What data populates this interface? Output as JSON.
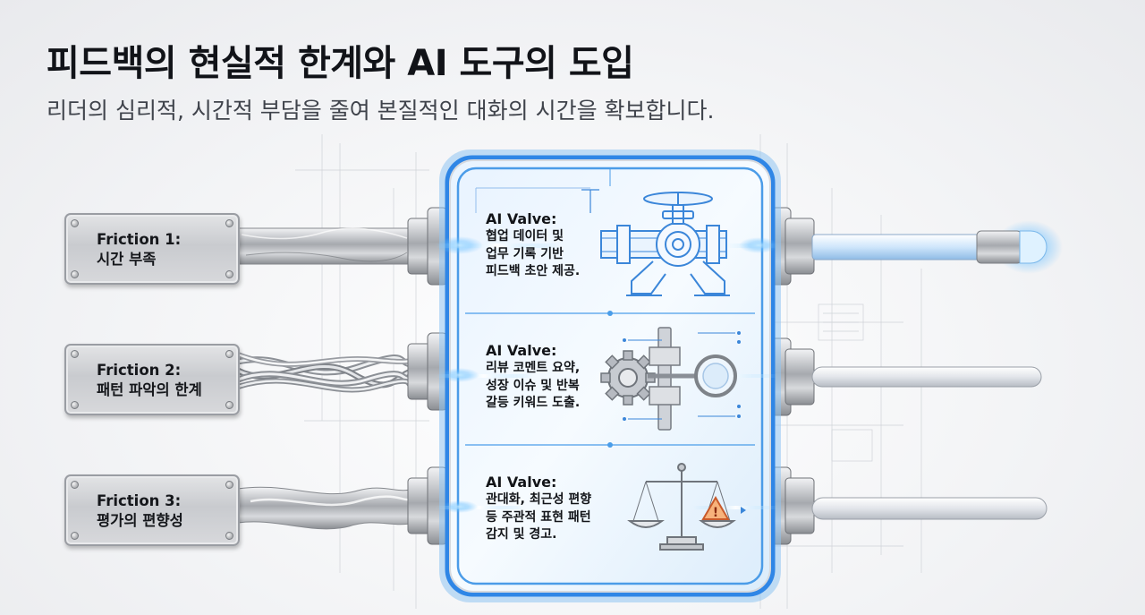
{
  "title": "피드백의 현실적 한계와 AI 도구의 도입",
  "subtitle": "리더의 심리적, 시간적 부담을 줄여 본질적인 대화의 시간을 확보합니다.",
  "frictions": [
    {
      "label": "Friction 1:",
      "desc": "시간 부족"
    },
    {
      "label": "Friction 2:",
      "desc": "패턴 파악의 한계"
    },
    {
      "label": "Friction 3:",
      "desc": "평가의 편향성"
    }
  ],
  "valves": [
    {
      "title": "AI Valve:",
      "lines": [
        "협업 데이터 및",
        "업무 기록 기반",
        "피드백 초안 제공."
      ],
      "icon": "pipe-valve-icon"
    },
    {
      "title": "AI Valve:",
      "lines": [
        "리뷰 코멘트 요약,",
        "성장 이슈 및 반복",
        "갈등 키워드 도출."
      ],
      "icon": "gear-lens-icon"
    },
    {
      "title": "AI Valve:",
      "lines": [
        "관대화, 최근성 편향",
        "등 주관적 표현 패턴",
        "감지 및 경고."
      ],
      "icon": "scale-warning-icon"
    }
  ],
  "colors": {
    "accent": "#3d8fe8",
    "glow": "#8fd0ff",
    "steel": "#b9bcc2"
  }
}
